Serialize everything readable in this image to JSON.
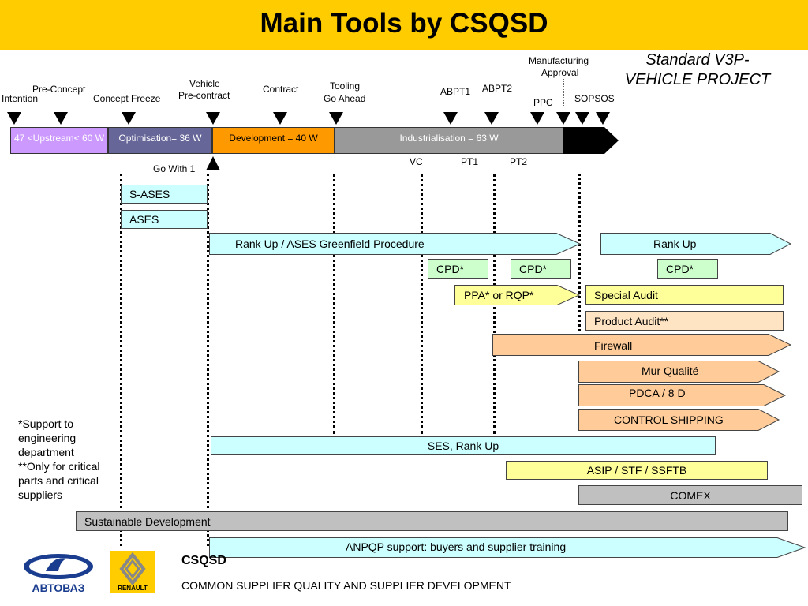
{
  "title": "Main Tools by CSQSD",
  "subtitle": "Standard V3P- VEHICLE PROJECT",
  "milestones": {
    "intention": "Intention",
    "pre_concept": "Pre-Concept",
    "concept_freeze": "Concept Freeze",
    "vehicle_precontract_1": "Vehicle",
    "vehicle_precontract_2": "Pre-contract",
    "contract": "Contract",
    "tooling_1": "Tooling",
    "tooling_2": "Go Ahead",
    "abpt1": "ABPT1",
    "abpt2": "ABPT2",
    "mfg_approval_1": "Manufacturing",
    "mfg_approval_2": "Approval",
    "ppc": "PPC",
    "sopsos": "SOPSOS",
    "go_with_1": "Go With 1",
    "vc": "VC",
    "pt1": "PT1",
    "pt2": "PT2"
  },
  "phases": {
    "upstream": "47 <Upstream< 60 W",
    "optimisation": "Optimisation= 36 W",
    "development": "Development = 40 W",
    "industrialisation": "Industrialisation = 63 W"
  },
  "tools": {
    "s_ases": "S-ASES",
    "ases": "ASES",
    "rank_up_ases": "Rank Up / ASES Greenfield Procedure",
    "rank_up": "Rank Up",
    "cpd_1": "CPD*",
    "cpd_2": "CPD*",
    "cpd_3": "CPD*",
    "ppa_rqp": "PPA* or RQP*",
    "special_audit": "Special Audit",
    "product_audit": "Product Audit**",
    "firewall": "Firewall",
    "mur_qualite": "Mur Qualité",
    "pdca": "PDCA /  8 D",
    "control_shipping": "CONTROL SHIPPING",
    "ses_rank_up": "SES, Rank Up",
    "asip": "ASIP / STF / SSFTB",
    "comex": "COMEX",
    "sustainable": "Sustainable Development",
    "anpqp": "ANPQP support: buyers and supplier training"
  },
  "notes": {
    "line1": "*Support to engineering department",
    "line2": "**Only for critical parts and critical suppliers"
  },
  "footer": {
    "title": "CSQSD",
    "subtitle": "COMMON SUPPLIER QUALITY AND SUPPLIER DEVELOPMENT",
    "logo_avtovaz": "АВТОВАЗ",
    "logo_renault": "RENAULT"
  },
  "colors": {
    "title_bar": "#ffcc00",
    "upstream": "#cc99ff",
    "optimisation": "#666699",
    "development": "#ff9900",
    "industrialisation": "#999999",
    "light_cyan": "#ccffff",
    "light_green": "#ccffcc",
    "light_yellow": "#ffff99",
    "light_peach": "#ffe4c4",
    "peach": "#ffcc99",
    "gray": "#c0c0c0"
  }
}
